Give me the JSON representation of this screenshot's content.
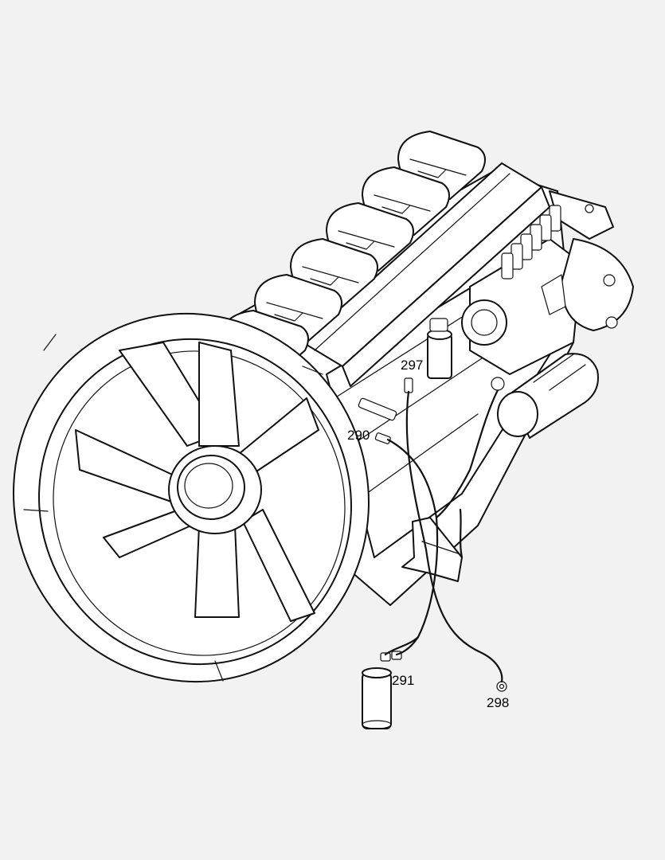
{
  "callouts": [
    {
      "id": "297",
      "label": "297"
    },
    {
      "id": "290",
      "label": "290"
    },
    {
      "id": "291",
      "label": "291"
    },
    {
      "id": "298",
      "label": "298"
    }
  ],
  "colors": {
    "background": "#f2f2f2",
    "line": "#111111",
    "fill": "#ffffff"
  }
}
